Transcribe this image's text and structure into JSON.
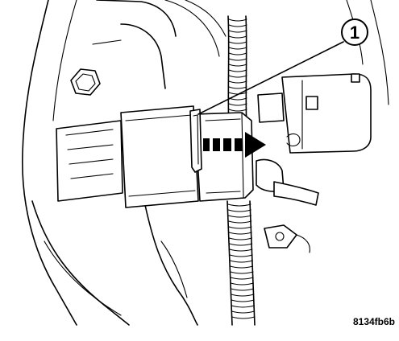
{
  "callout": {
    "number": "1"
  },
  "figure_code": "8134fb6b",
  "colors": {
    "ink": "#000000",
    "paper": "#ffffff"
  },
  "icons": {
    "direction": "dashed-arrow-right-icon",
    "leader": "callout-leader-line"
  }
}
